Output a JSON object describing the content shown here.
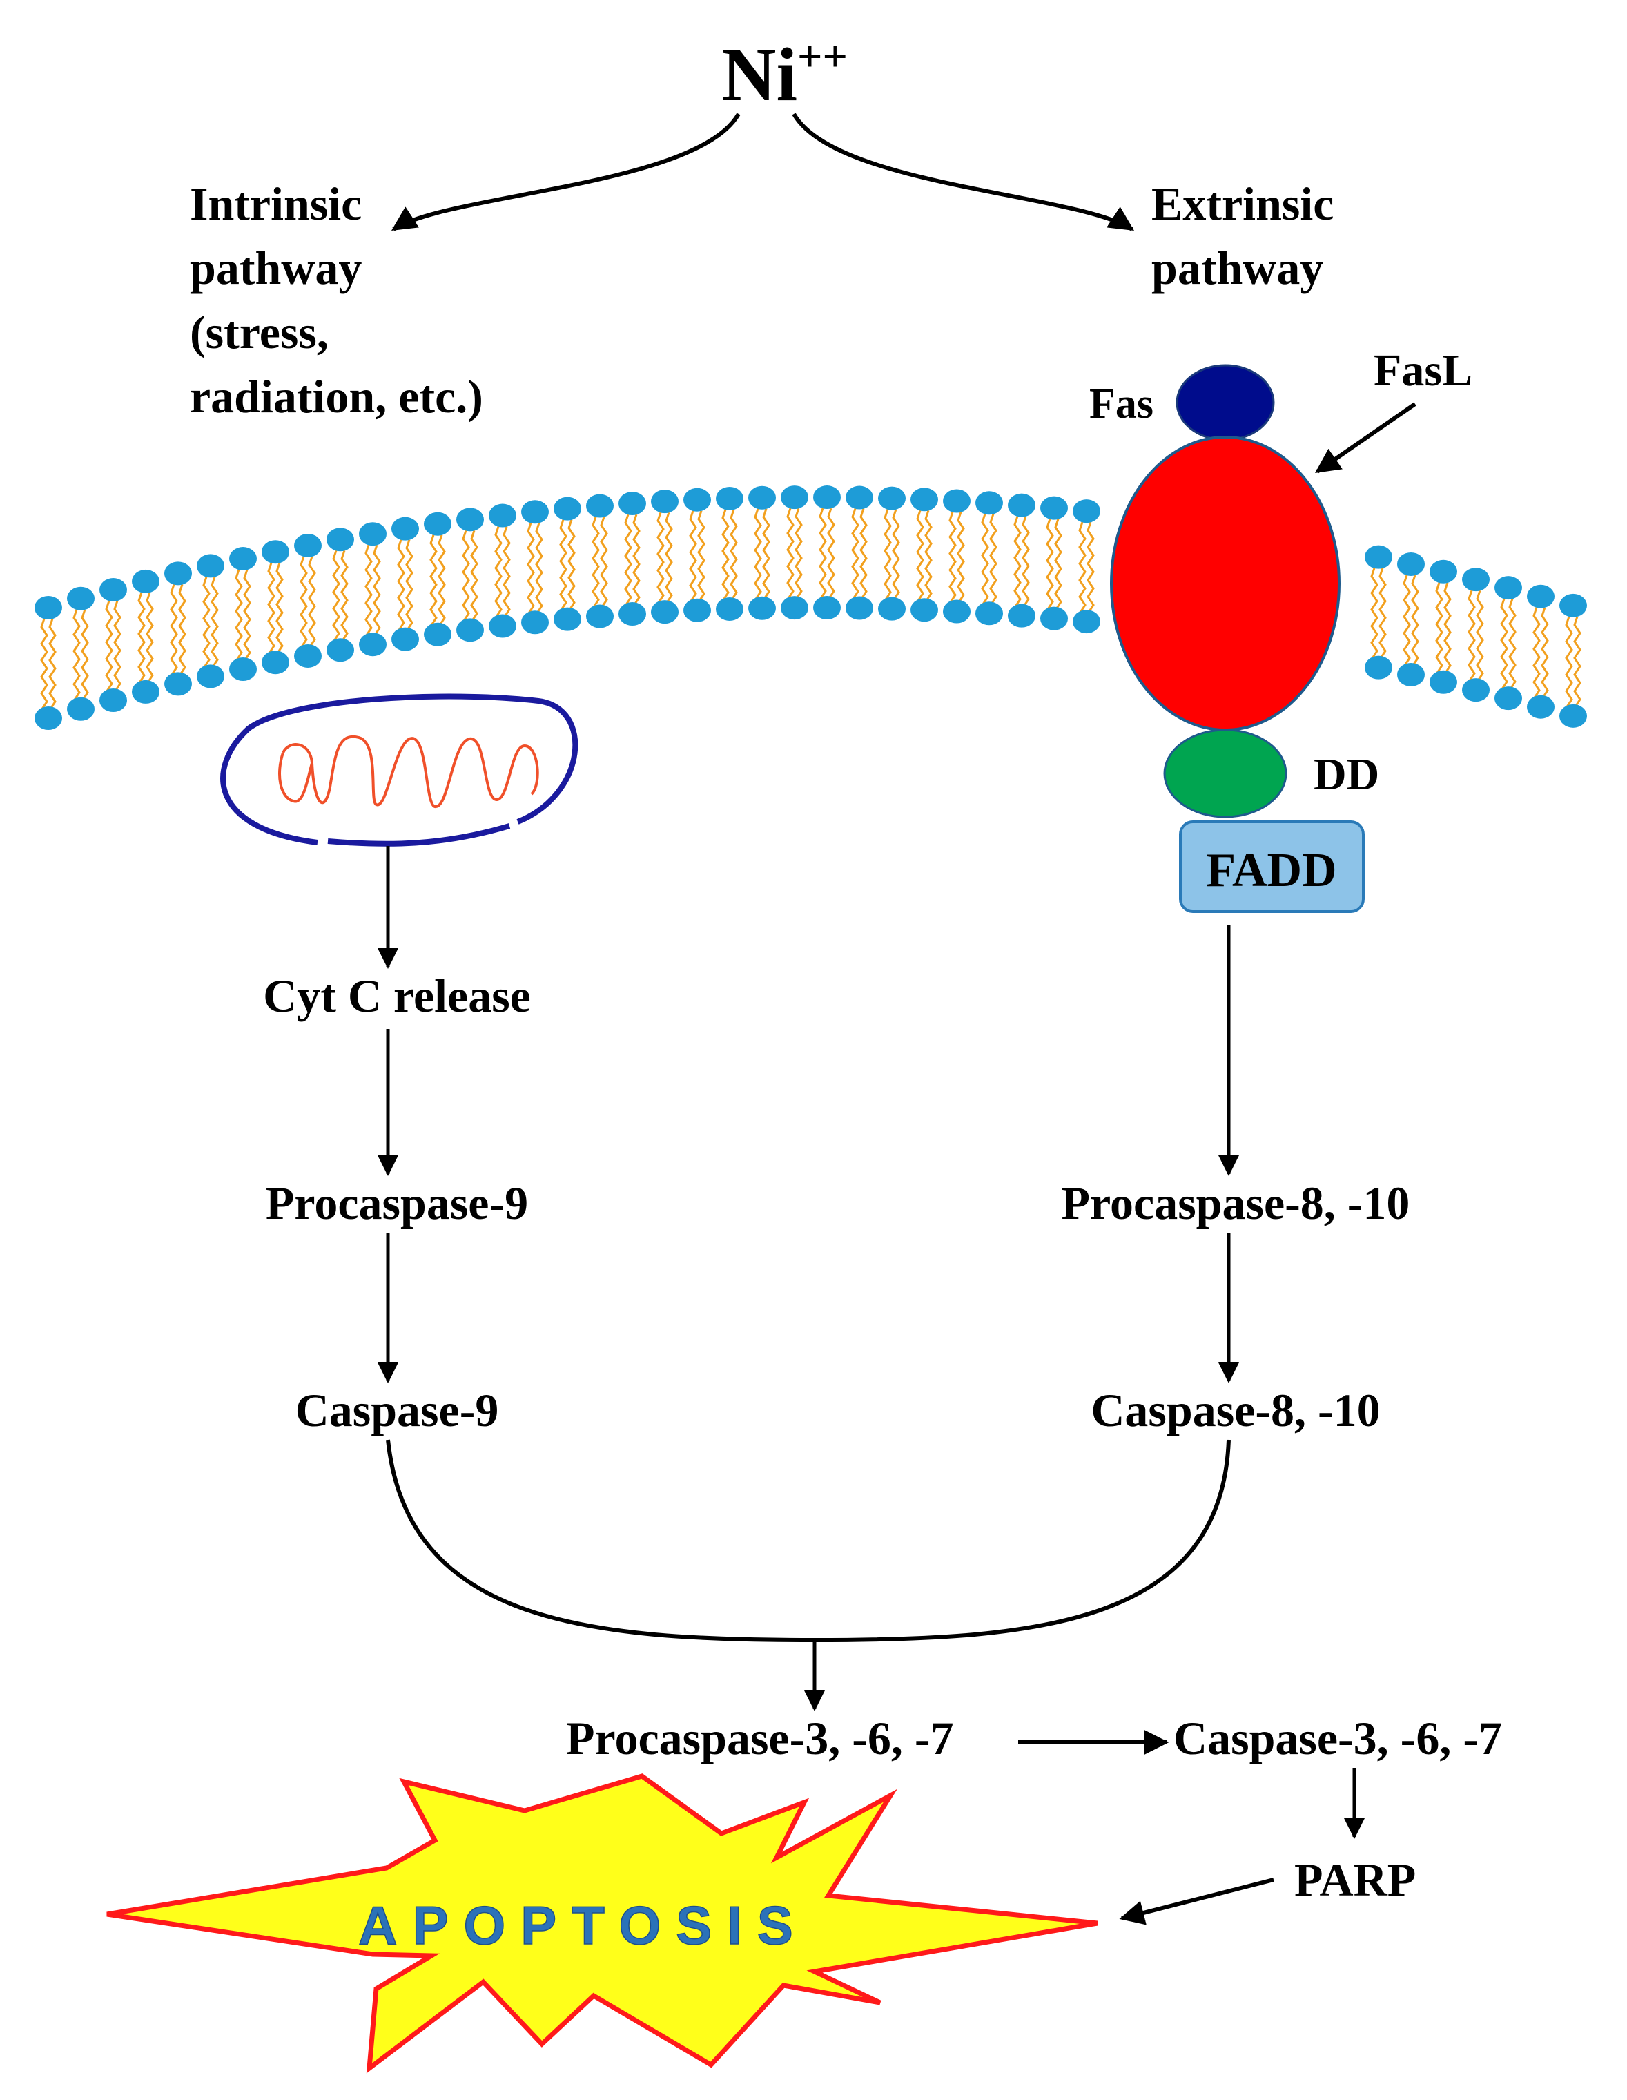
{
  "ion": {
    "base": "Ni",
    "superscript": "++"
  },
  "intrinsic": {
    "lines": [
      "Intrinsic",
      "pathway",
      "(stress,",
      "radiation, etc.)"
    ]
  },
  "extrinsic": {
    "lines": [
      "Extrinsic",
      "pathway"
    ]
  },
  "receptor": {
    "fas": "Fas",
    "fasl": "FasL",
    "dd": "DD",
    "fadd": "FADD"
  },
  "left_chain": {
    "cytc": "Cyt C release",
    "procasp9": "Procaspase-9",
    "casp9": "Caspase-9"
  },
  "right_chain": {
    "procasp8": "Procaspase-8, -10",
    "casp8": "Caspase-8, -10"
  },
  "effector": {
    "procasp3": "Procaspase-3, -6, -7",
    "casp3": "Caspase-3, -6, -7",
    "parp": "PARP"
  },
  "outcome": {
    "label": "APOPTOSIS"
  },
  "colors": {
    "lipid_head": "#1E9CD7",
    "lipid_tail": "#F2A01E",
    "receptor_body": "#FF0000",
    "fas": "#000C8C",
    "dd": "#00A550",
    "fadd": "#8DC3E8",
    "mito_outer": "#1A1A9E",
    "mito_inner": "#F0502A",
    "burst_fill": "#FFFF1A",
    "burst_stroke": "#FF1A1A",
    "apoptosis_text": "#2B72B8"
  }
}
